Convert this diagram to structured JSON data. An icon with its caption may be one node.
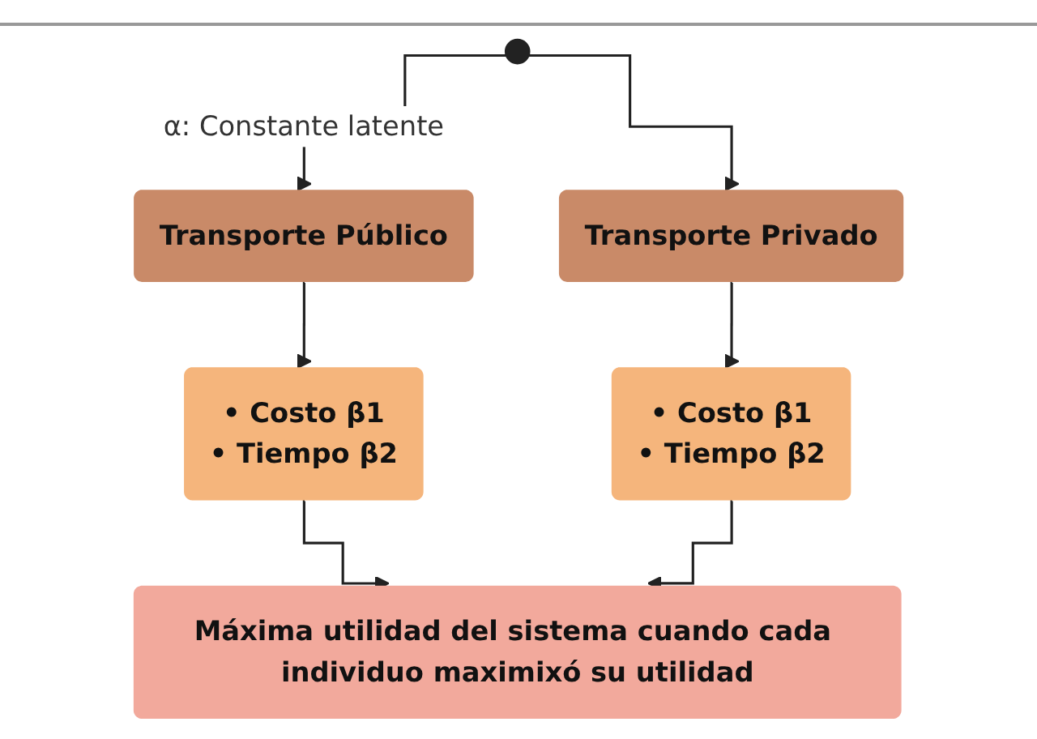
{
  "diagram": {
    "nodes": [
      {
        "text": [
          "Transporte Público"
        ]
      },
      {
        "text": [
          "Transporte Privado"
        ]
      },
      {
        "text": [
          "• Costo β1",
          "• Tiempo β2"
        ]
      },
      {
        "text": [
          "• Costo β1",
          "• Tiempo β2"
        ]
      },
      {
        "text": [
          "Máxima utilidad del sistema cuando cada individuo maximixó su utilidad"
        ]
      }
    ],
    "edges": [
      {
        "from": null,
        "to": 0,
        "arrow": "to",
        "label": "α: Constante latente"
      },
      {
        "from": null,
        "to": 1,
        "arrow": "to"
      },
      {
        "from": 0,
        "to": 2,
        "arrow": "to"
      },
      {
        "from": 1,
        "to": 3,
        "arrow": "to"
      },
      {
        "from": 2,
        "to": 4,
        "arrow": "to"
      },
      {
        "from": 3,
        "to": 4,
        "arrow": "to"
      }
    ]
  }
}
